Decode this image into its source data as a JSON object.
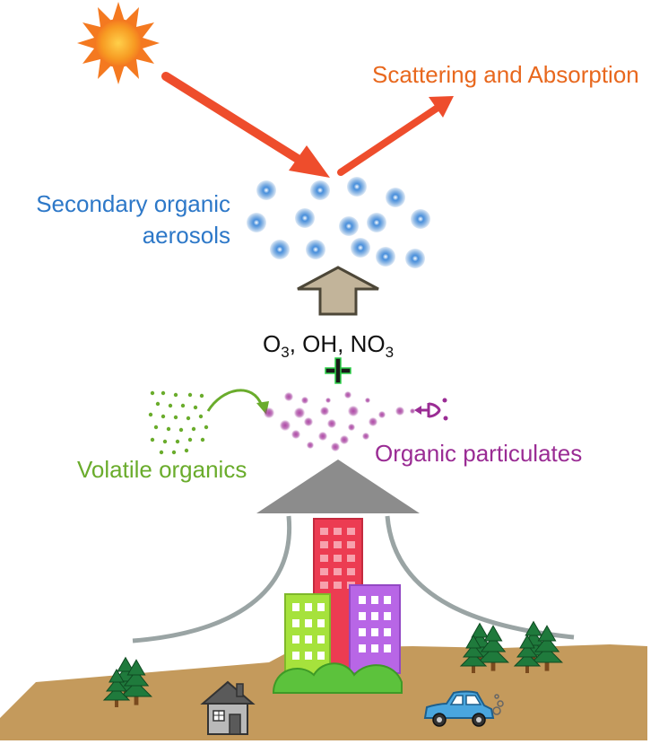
{
  "labels": {
    "scattering": "Scattering and Absorption",
    "soa_line1": "Secondary organic",
    "soa_line2": "aerosols",
    "oxidants": "O3, OH, NO3",
    "oxidant_parts": [
      {
        "base": "O",
        "sub": "3",
        "sep": ", "
      },
      {
        "base": "OH",
        "sub": "",
        "sep": ", "
      },
      {
        "base": "NO",
        "sub": "3",
        "sep": ""
      }
    ],
    "volatile": "Volatile organics",
    "particulates": "Organic particulates"
  },
  "icons": [
    "sun-icon",
    "incoming-light-arrow",
    "scattered-light-arrow",
    "up-arrow-icon",
    "plus-icon",
    "curved-arrow-icon",
    "exhaust-source-icon",
    "house-icon",
    "car-icon",
    "tree-cluster-icon",
    "building-icon"
  ],
  "colors": {
    "sun": "#f47920",
    "ray": "#ee4d2c",
    "scatter_text": "#e8681e",
    "aerosol": "#2d78c8",
    "volatile": "#6aac2c",
    "particulate": "#9a2c94",
    "ground": "#c49a5c",
    "up_arrow": "#c2b49a",
    "roof": "#8c8c8c",
    "building_red": "#ec3c52",
    "building_green": "#a6e23c",
    "building_purple": "#b866e6",
    "trees": "#1f7a3c",
    "car": "#4aa6de"
  }
}
